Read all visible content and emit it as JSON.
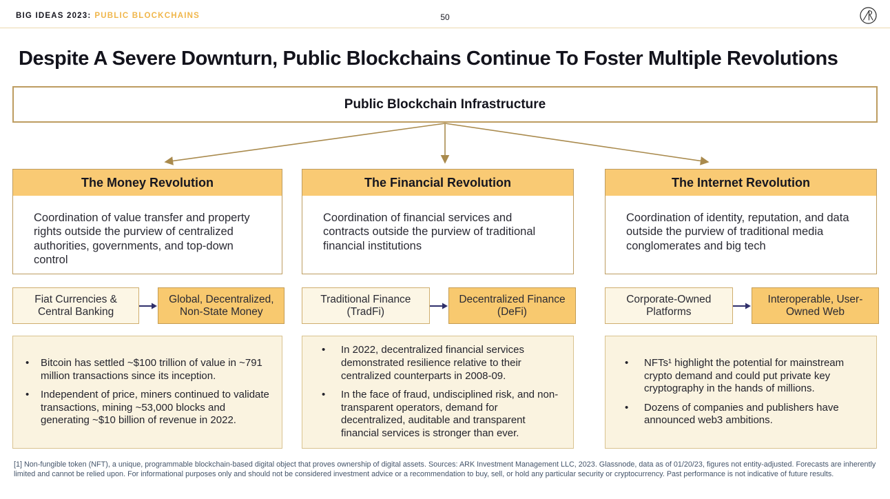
{
  "header": {
    "brand_prefix": "BIG IDEAS 2023:",
    "brand_topic": "PUBLIC BLOCKCHAINS",
    "page_number": "50",
    "logo_icon": "ark-logo"
  },
  "title": {
    "text": "Despite A Severe Downturn, Public Blockchains Continue To Foster Multiple Revolutions"
  },
  "infrastructure": {
    "label": "Public Blockchain Infrastructure"
  },
  "columns": [
    {
      "header": "The Money Revolution",
      "description": "Coordination of value transfer and property rights outside the purview of centralized authorities, governments, and top-down control",
      "from_box": "Fiat Currencies & Central Banking",
      "to_box": "Global, Decentralized, Non-State Money",
      "bullets": [
        "Bitcoin has settled ~$100 trillion of value in ~791 million transactions since its inception.",
        "Independent of price, miners continued to validate transactions, mining ~53,000 blocks and generating ~$10 billion of revenue in 2022."
      ]
    },
    {
      "header": "The Financial Revolution",
      "description": "Coordination of financial services and contracts outside the purview of traditional financial institutions",
      "from_box": "Traditional Finance (TradFi)",
      "to_box": "Decentralized Finance (DeFi)",
      "bullets": [
        "In 2022, decentralized financial services demonstrated resilience relative to their centralized counterparts in 2008-09.",
        "In the face of fraud, undisciplined risk, and non-transparent operators, demand for decentralized, auditable and transparent financial services is stronger than ever."
      ]
    },
    {
      "header": "The Internet Revolution",
      "description": "Coordination of identity, reputation, and data outside the purview of traditional media conglomerates and big tech",
      "from_box": "Corporate-Owned Platforms",
      "to_box": "Interoperable, User-Owned Web",
      "bullets": [
        "NFTs¹ highlight the potential for mainstream crypto demand and could put private key cryptography in the hands of millions.",
        "Dozens of companies and publishers have announced web3 ambitions."
      ]
    }
  ],
  "footnote": {
    "text": "[1] Non-fungible token (NFT), a unique, programmable blockchain-based digital object that proves ownership of digital assets. Sources: ARK Investment Management LLC, 2023. Glassnode, data as of 01/20/23, figures not entity-adjusted. Forecasts are inherently limited and cannot be relied upon. For informational purposes only and should not be considered investment advice or a recommendation to buy, sell, or hold any particular security or cryptocurrency. Past performance is not indicative of future results."
  },
  "colors": {
    "accent_orange": "#f0b64a",
    "header_strip_fill": "#f9ca74",
    "cream_fill": "#fcf6e5",
    "bullets_fill": "#faf3e0",
    "gold_border": "#bd9c60",
    "branch_arrow": "#a98a4d",
    "small_arrow_navy": "#2f2f6b",
    "title_text": "#13131c",
    "footnote_text": "#44546a"
  }
}
